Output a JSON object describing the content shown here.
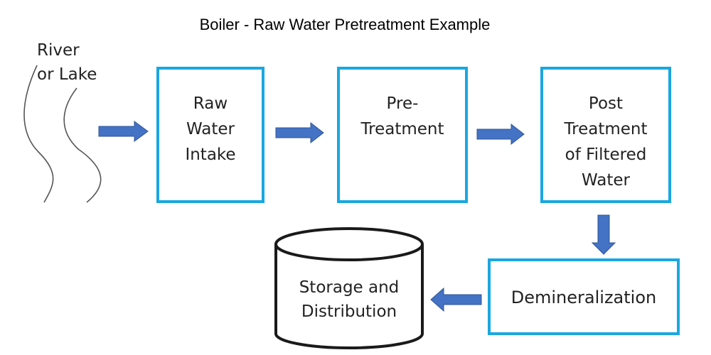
{
  "title": "Boiler - Raw Water Pretreatment Example",
  "source": {
    "label": "River\nor Lake"
  },
  "steps": {
    "raw_intake": "Raw\nWater\nIntake",
    "pretreatment": "Pre-\nTreatment",
    "post_treatment": "Post\nTreatment\nof Filtered\nWater",
    "demineralization": "Demineralization",
    "storage": "Storage and\nDistribution"
  },
  "colors": {
    "box_border": "#1aa7e0",
    "arrow_fill": "#4472c4",
    "arrow_stroke": "#2f5597"
  }
}
